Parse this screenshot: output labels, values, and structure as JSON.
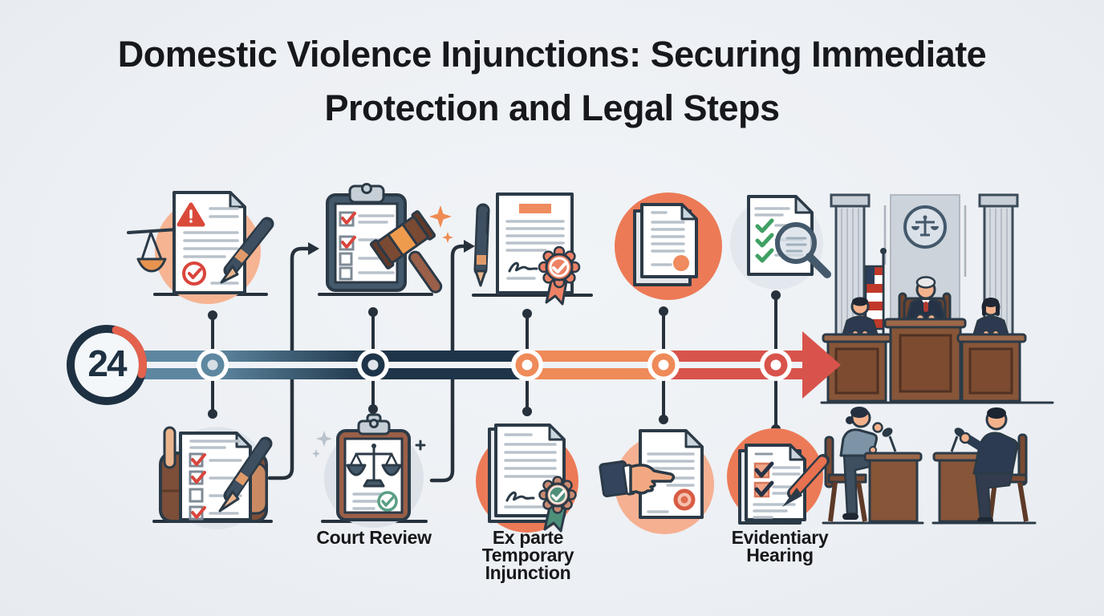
{
  "title": "Domestic Violence Injunctions: Securing Immediate Protection and Legal Steps",
  "timer_badge": {
    "value": "24"
  },
  "steps": [
    {
      "phase": "urgent-petition",
      "top_icon": "urgent-petition-document-icon",
      "bottom_icon": "filing-checklist-folder-icon",
      "label": "",
      "node_color": "#5d87a0"
    },
    {
      "phase": "court-review",
      "top_icon": "checklist-gavel-icon",
      "bottom_icon": "scales-clipboard-icon",
      "label": "Court Review",
      "node_color": "#1e3448"
    },
    {
      "phase": "ex-parte-temporary-injunction",
      "top_icon": "signed-order-pen-icon",
      "bottom_icon": "sealed-order-documents-icon",
      "label": "Ex parte Temporary Injunction",
      "node_color": "#ef8a59"
    },
    {
      "phase": "service-of-order",
      "top_icon": "served-documents-icon",
      "bottom_icon": "hand-serving-document-icon",
      "label": "",
      "node_color": "#ef8a59"
    },
    {
      "phase": "evidentiary-hearing",
      "top_icon": "evidence-review-magnifier-icon",
      "bottom_icon": "evidence-checklist-pen-icon",
      "label": "Evidentiary Hearing",
      "node_color": "#d8534b"
    }
  ],
  "final_scene": "courtroom-hearing-scene",
  "timeline": {
    "direction": "left-to-right",
    "segment_colors": [
      "#5d87a0",
      "#3c5a70",
      "#1e3448",
      "#ef8a59",
      "#d8534b"
    ],
    "arrow_color": "#d8534b"
  },
  "colors": {
    "background": "#edf0f4",
    "outline": "#2b3a47",
    "accent_orange": "#ec7a57",
    "accent_peach": "#f5b091",
    "accent_red": "#d9453c",
    "accent_green": "#3fa164",
    "wood_brown": "#8a5538",
    "slate": "#44596b"
  }
}
